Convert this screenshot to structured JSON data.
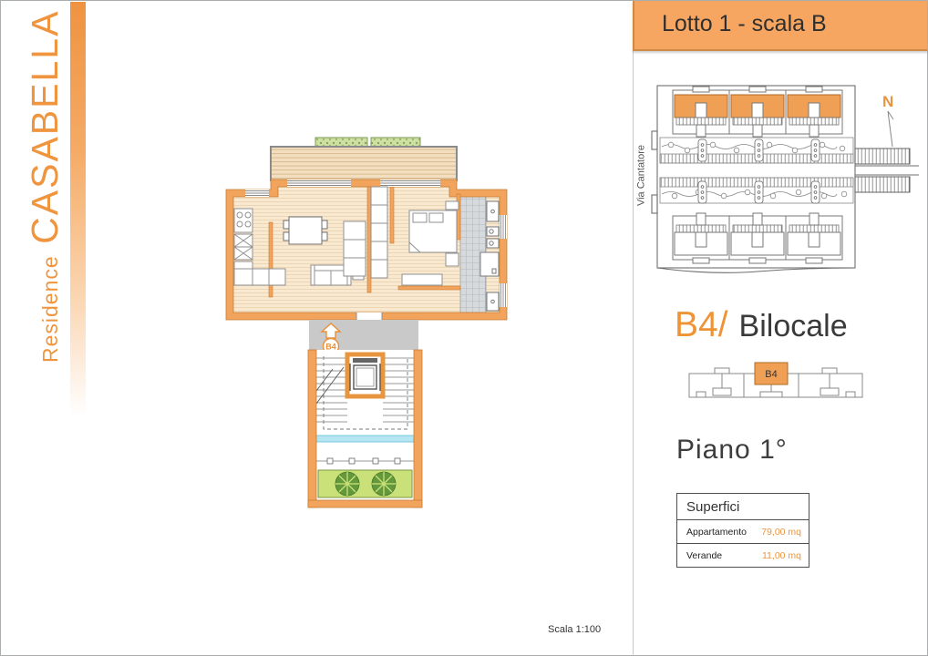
{
  "brand": {
    "residence": "Residence",
    "name": "CASABELLA"
  },
  "header": {
    "title": "Lotto 1 - scala B"
  },
  "site_plan": {
    "street": "Via Cantatore",
    "compass": "N"
  },
  "unit": {
    "code": "B4/",
    "type": "Bilocale",
    "badge": "B4",
    "floor": "Piano 1°"
  },
  "floor_plan": {
    "entrance_badge": "B4",
    "scale_note": "Scala 1:100"
  },
  "surfaces": {
    "title": "Superfici",
    "rows": [
      {
        "label": "Appartamento",
        "value": "79,00 mq"
      },
      {
        "label": "Verande",
        "value": "11,00 mq"
      }
    ]
  },
  "colors": {
    "accent_orange": "#ef9436",
    "wall_orange": "#f2a35c",
    "highlight_building": "#f0a055",
    "floor_tan": "#f9e9d0",
    "landing_gray": "#c9c9c9",
    "garden_green": "#c9e178",
    "water_blue": "#b5e6f2"
  }
}
